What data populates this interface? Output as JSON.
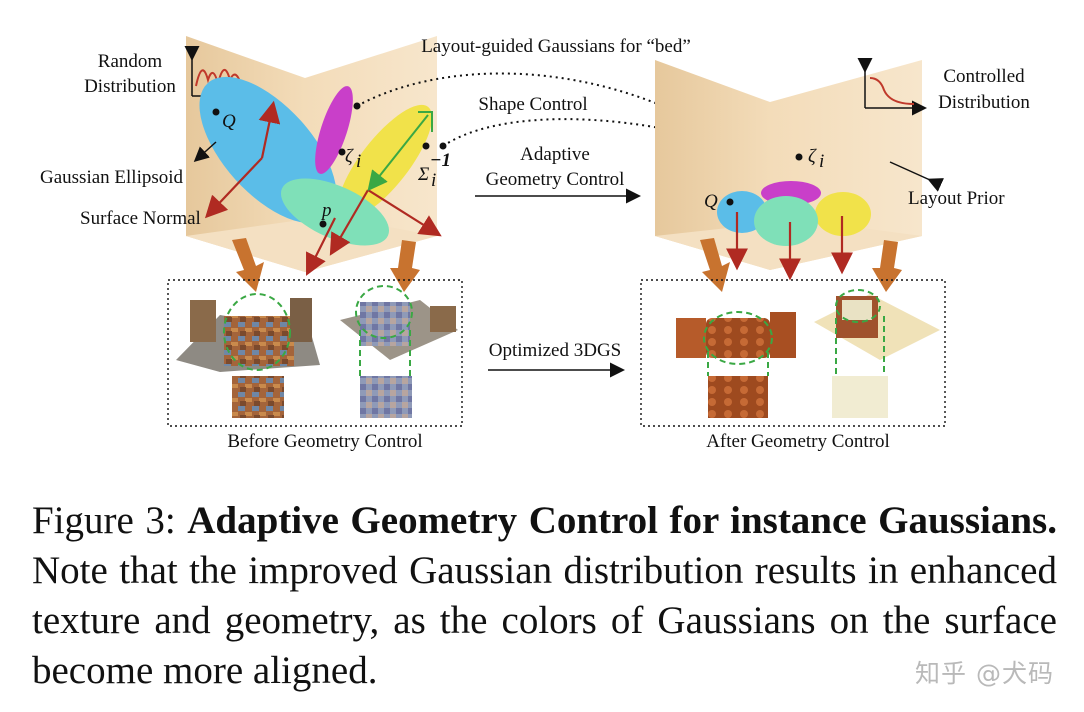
{
  "figure": {
    "top_label": "Layout-guided Gaussians for “bed”",
    "random_distribution": [
      "Random",
      "Distribution"
    ],
    "controlled_distribution": [
      "Controlled",
      "Distribution"
    ],
    "gaussian_ellipsoid": "Gaussian Ellipsoid",
    "surface_normal": "Surface Normal",
    "shape_control": "Shape Control",
    "adaptive_geometry_control": [
      "Adaptive",
      "Geometry Control"
    ],
    "layout_prior": "Layout Prior",
    "optimized_3dgs": "Optimized 3DGS",
    "before_label": "Before Geometry Control",
    "after_label": "After Geometry Control",
    "symbol_q": "Q",
    "symbol_p": "p",
    "symbol_zeta": "ζ",
    "symbol_zeta_sub": "i",
    "symbol_sigma": "Σ",
    "symbol_sigma_sub": "i",
    "symbol_sigma_sup": "−1"
  },
  "caption": {
    "prefix": "Figure 3: ",
    "bold": "Adaptive Geometry Control for instance Gaussians.",
    "rest": " Note that the improved Gaussian distribution results in enhanced texture and geometry, as the colors of Gaussians on the surface become more aligned."
  },
  "watermark": "知乎 @犬码",
  "colors": {
    "wall": "#eed4ae",
    "floor": "#f5e3c8",
    "blue": "#5bbde8",
    "magenta": "#c93fc9",
    "yellow": "#f1e24a",
    "green": "#7fe0b8",
    "normal_arrow": "#b02a22",
    "big_arrow": "#c8732f",
    "dashed": "#3aa844"
  }
}
